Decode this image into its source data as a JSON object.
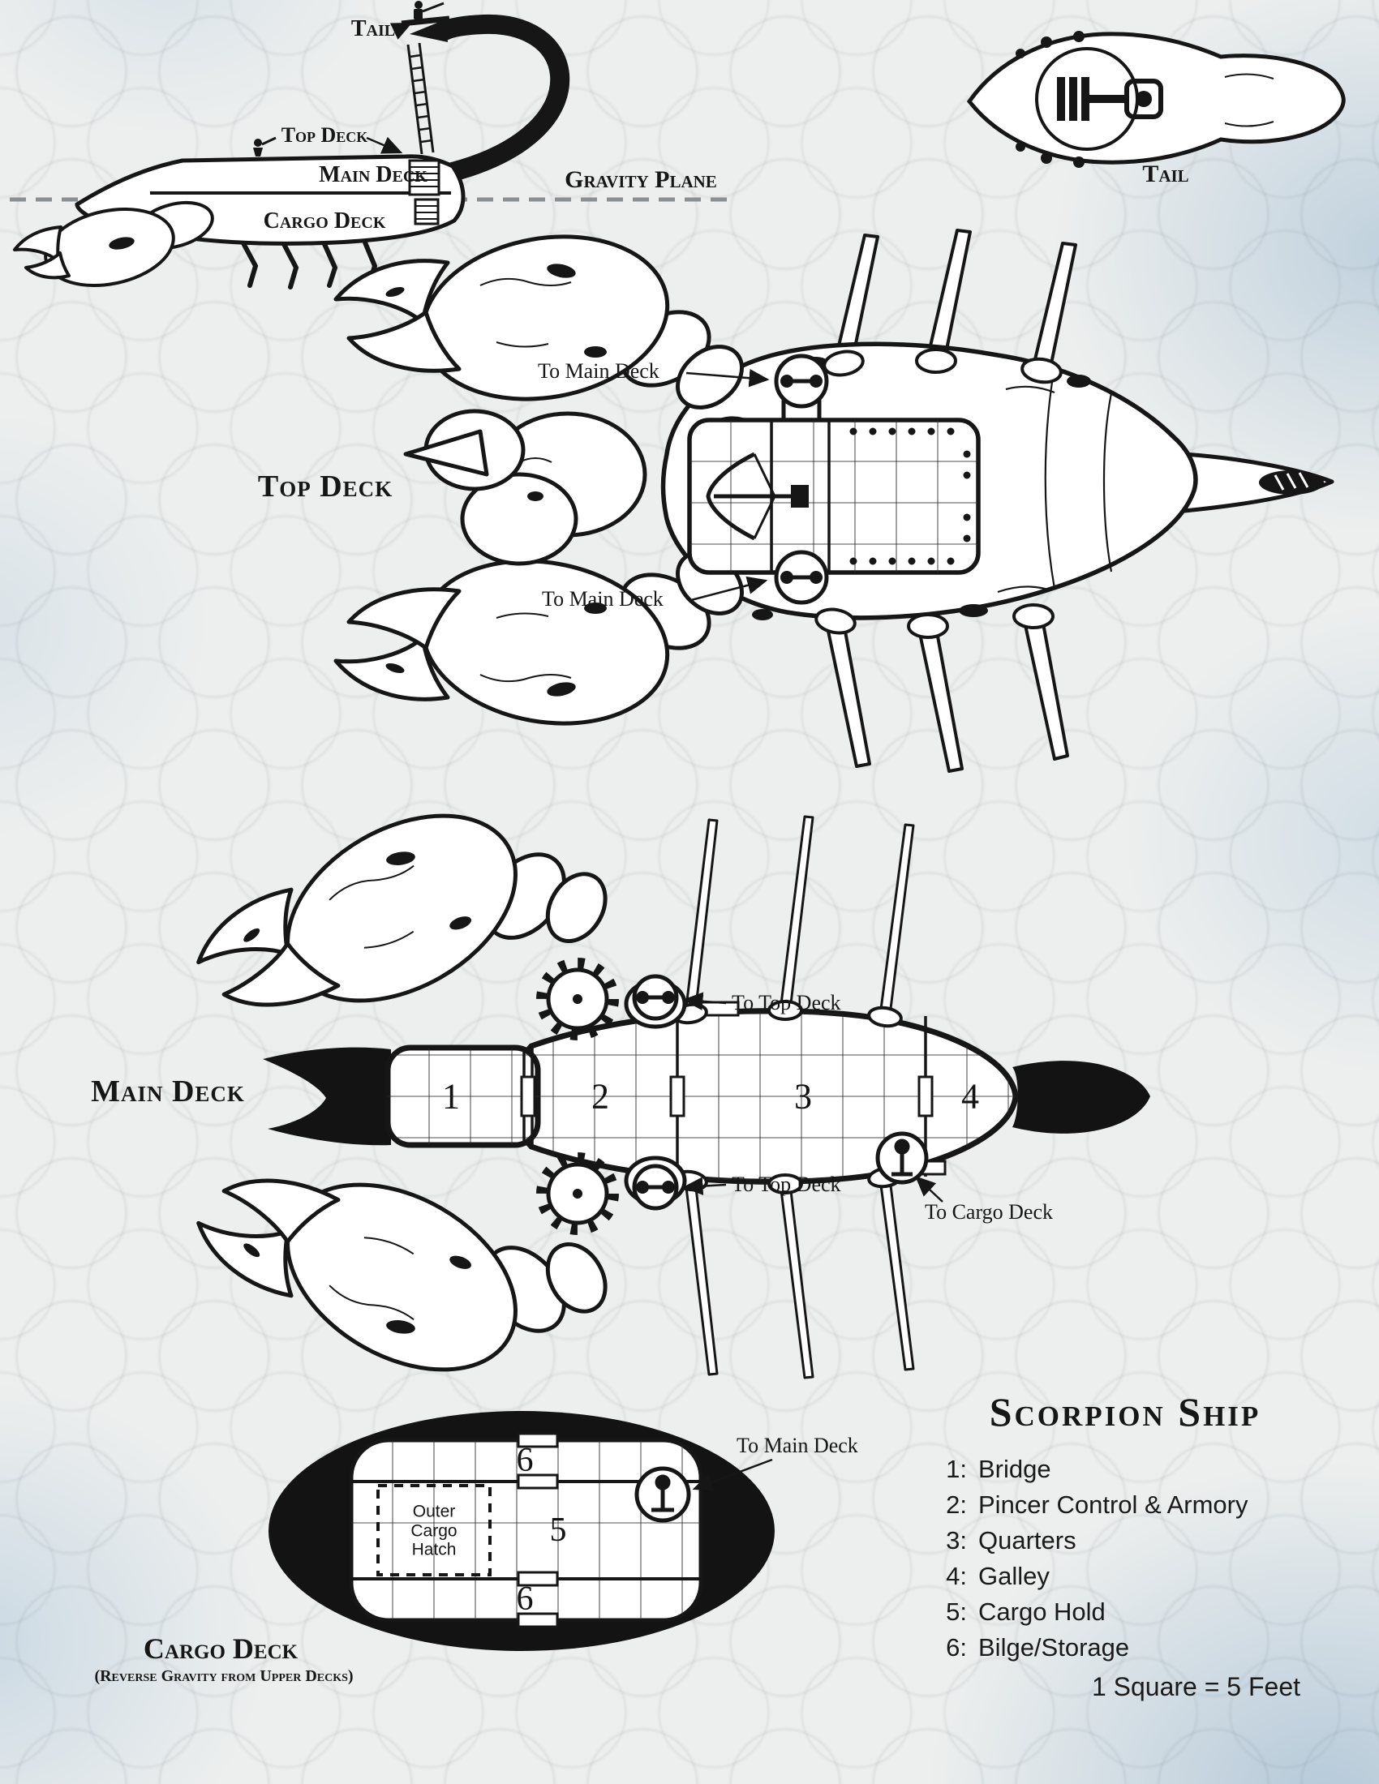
{
  "ink": "#161616",
  "side_view": {
    "tail_label": "Tail",
    "top_deck_label": "Top Deck",
    "main_deck_label": "Main Deck",
    "cargo_deck_label": "Cargo Deck",
    "gravity_plane_label": "Gravity Plane"
  },
  "tail_section": {
    "label": "Tail"
  },
  "top_deck": {
    "title": "Top Deck",
    "to_main_deck_upper": "To Main Deck",
    "to_main_deck_lower": "To Main Deck"
  },
  "main_deck": {
    "title": "Main Deck",
    "rooms": [
      "1",
      "2",
      "3",
      "4"
    ],
    "to_top_deck_upper": "To Top Deck",
    "to_top_deck_lower": "To Top Deck",
    "to_cargo_deck": "To Cargo Deck"
  },
  "cargo_deck": {
    "title": "Cargo Deck",
    "subtitle": "(Reverse Gravity from Upper Decks)",
    "rooms": [
      "6",
      "5",
      "6"
    ],
    "outer_hatch_label": "Outer Cargo Hatch",
    "to_main_deck": "To Main Deck"
  },
  "legend": {
    "title": "Scorpion Ship",
    "items": [
      {
        "num": "1:",
        "label": "Bridge"
      },
      {
        "num": "2:",
        "label": "Pincer Control & Armory"
      },
      {
        "num": "3:",
        "label": "Quarters"
      },
      {
        "num": "4:",
        "label": "Galley"
      },
      {
        "num": "5:",
        "label": "Cargo Hold"
      },
      {
        "num": "6:",
        "label": "Bilge/Storage"
      }
    ]
  },
  "scale_note": "1 Square = 5 Feet"
}
